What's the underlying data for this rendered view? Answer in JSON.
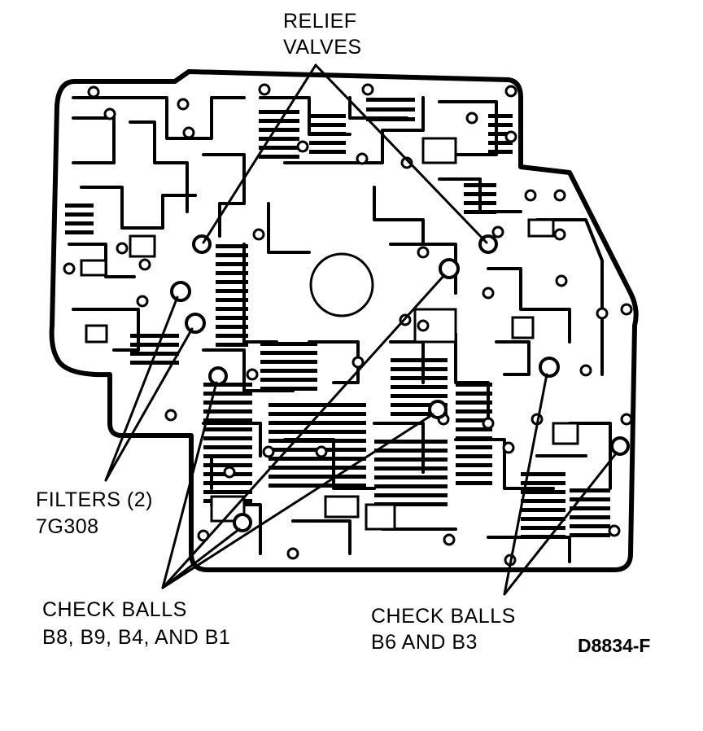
{
  "labels": {
    "relief_valves_line1": "RELIEF",
    "relief_valves_line2": "VALVES",
    "filters_line1": "FILTERS (2)",
    "filters_line2": "7G308",
    "check_balls_left_line1": "CHECK BALLS",
    "check_balls_left_line2": "B8, B9, B4, AND B1",
    "check_balls_right_line1": "CHECK BALLS",
    "check_balls_right_line2": "B6 AND B3",
    "figure_id": "D8834-F"
  },
  "colors": {
    "ink": "#000000",
    "paper": "#ffffff"
  }
}
